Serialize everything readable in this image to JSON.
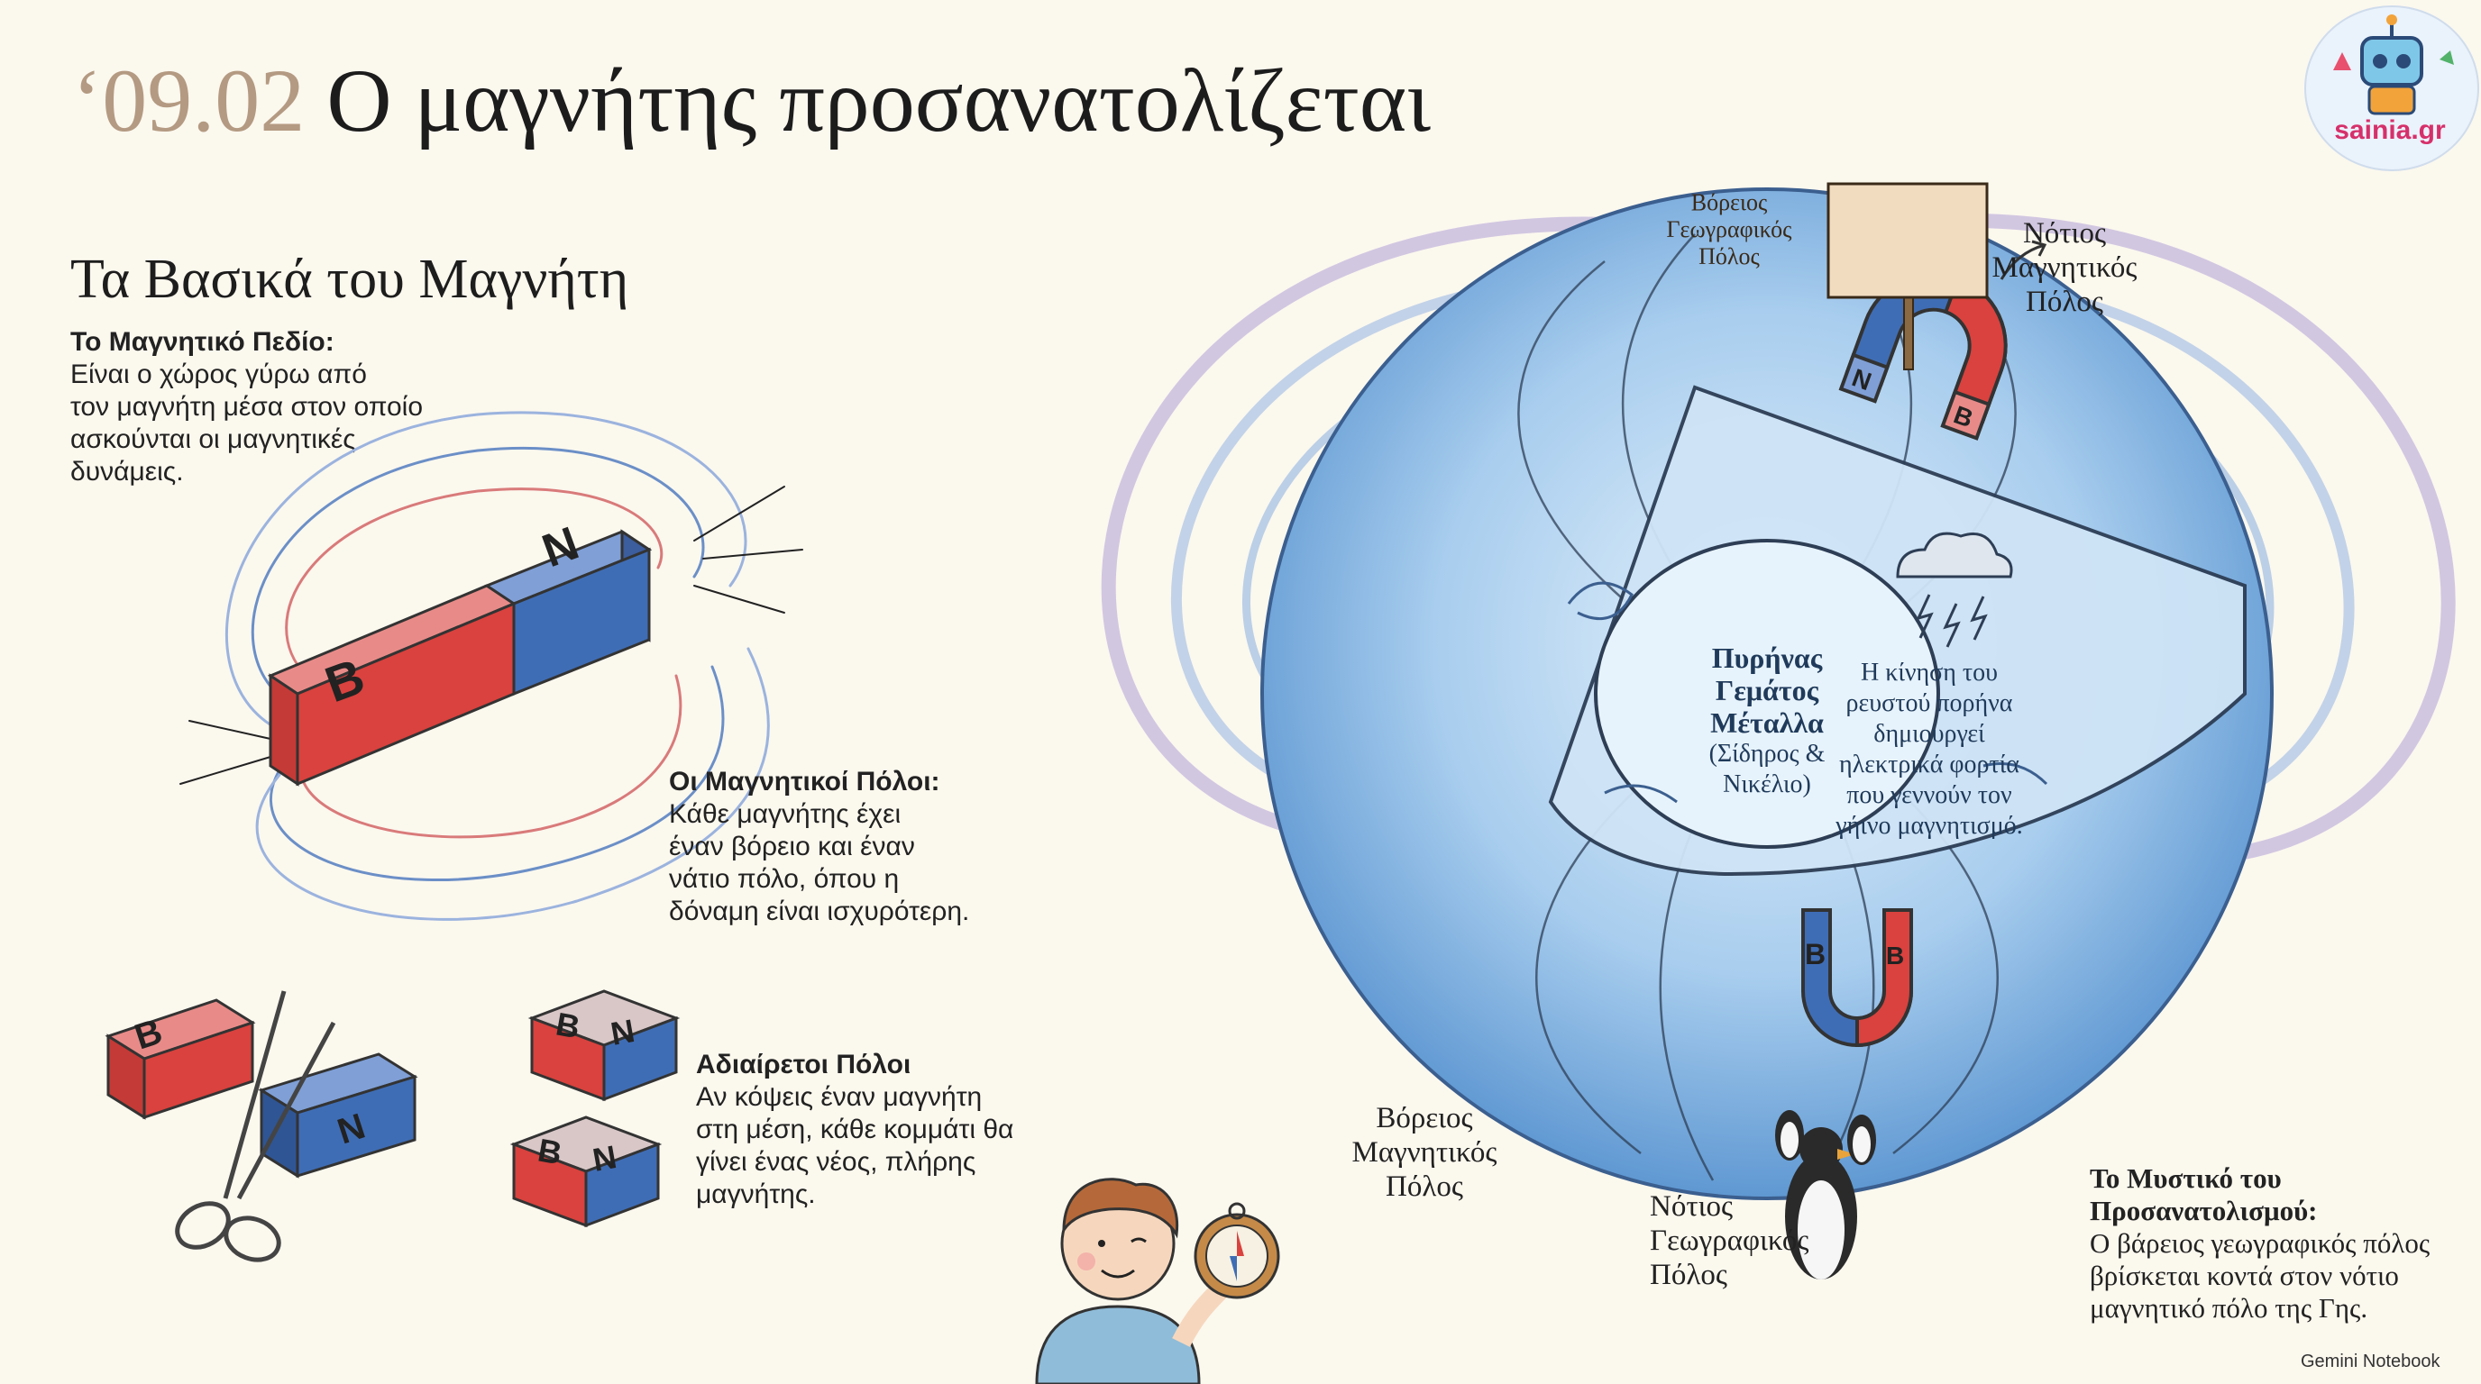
{
  "header": {
    "number": "‘09.02",
    "title": "Ο μαγνήτης προσανατολίζεται"
  },
  "section": {
    "heading": "Τα Βασικά του Μαγνήτη"
  },
  "field_block": {
    "label": "Το Μαγνητικό Πεδίο:",
    "text": "Είναι ο χώρος γύρω από\nτον μαγνήτη μέσα στον οποίο\nασκούνται οι μαγνητικές\nδυνάμεις."
  },
  "poles_block": {
    "label": "Οι Μαγνητικοί Πόλοι:",
    "text": "Κάθε μαγνήτης έχει\nέναν βόρειο και έναν\nνάτιο πόλο, όπου η\nδόναμη είναι ισχυρότερη."
  },
  "indivisible_block": {
    "label": "Αδιαίρετοι Πόλοι",
    "text": "Αν κόψεις έναν μαγνήτη\nστη μέση, κάθε κομμάτι θα\nγίνει ένας νέος, πλήρης\nμαγνήτης."
  },
  "mystery_block": {
    "label": "Το Μυστικό του\nΠροσανατολισμού:",
    "text": "Ο βάρειος γεωγραφικός πόλος\nβρίσκεται κοντά στον νότιο\nμαγνητικό πόλο της Γης."
  },
  "magnet_letters": {
    "north": "N",
    "south": "B"
  },
  "globe": {
    "sign": "Βόρειος\nΓεωγραφικός\nΠόλος",
    "south_magnetic_label": "Νότιος\nΜαγνητικός\nΠόλος",
    "north_magnetic_label": "Βόρειος\nΜαγνητικός\nΠόλος",
    "south_geographic_label": "Νότιος\nΓεωγραφικός\nΠόλος",
    "core_bold": "Πυρήνας\nΓεμάτος\nΜέταλλα",
    "core_normal": "(Σίδηρος &\nΝικέλιο)",
    "motion_text": "Η κίνηση του\nρευστού πορήνα\nδημιουργεί\nηλεκτρικά φορτία\nπου γεννούν τον\nγήινο μαγνητισμό."
  },
  "logo": {
    "text": "sainia.gr"
  },
  "footer": {
    "text": "Gemini Notebook"
  },
  "colors": {
    "north_blue": "#3f6db5",
    "south_red": "#d9423e",
    "globe_blue": "#7fb2e0",
    "accent_title": "#b49a82"
  }
}
